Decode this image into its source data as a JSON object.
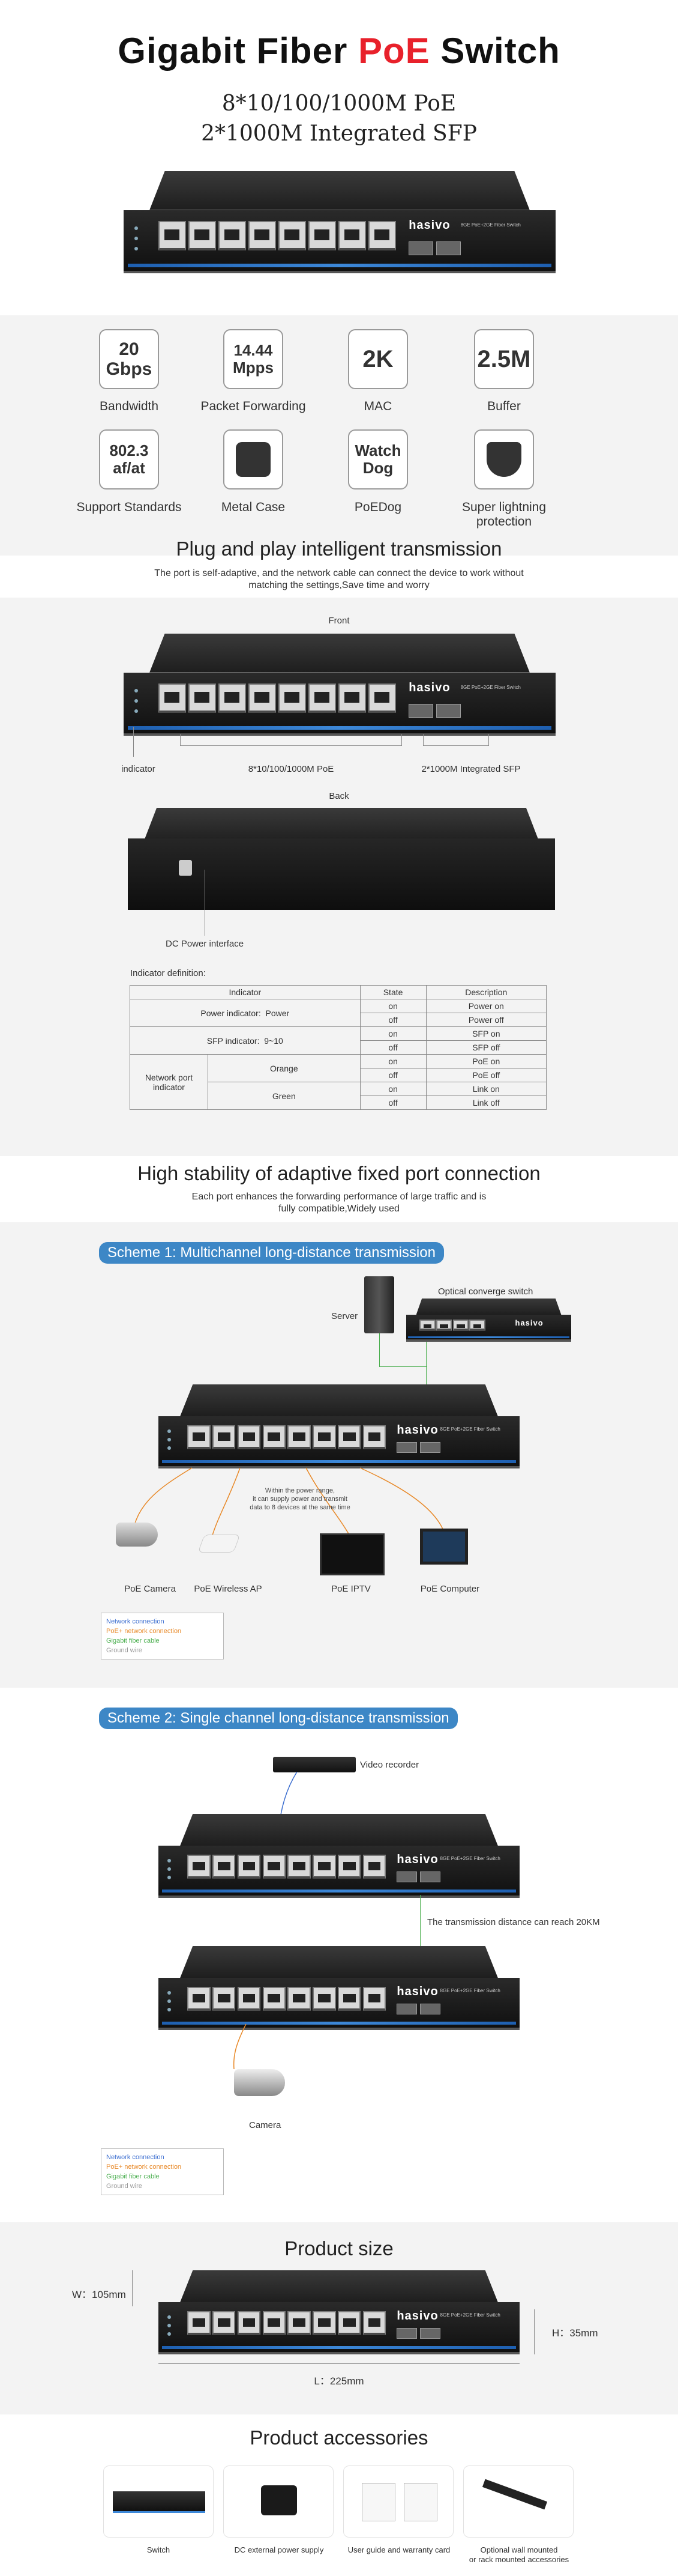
{
  "header": {
    "title_pre": "Gigabit Fiber ",
    "title_red": "PoE",
    "title_post": " Switch",
    "sub1": "8*10/100/1000M PoE",
    "sub2": "2*1000M Integrated SFP"
  },
  "device": {
    "brand": "hasivo",
    "model": "8GE PoE+2GE Fiber Switch"
  },
  "features": [
    {
      "icon_text": "20 Gbps",
      "label": "Bandwidth"
    },
    {
      "icon_text": "14.44 Mpps",
      "label": "Packet Forwarding"
    },
    {
      "icon_text": "2K",
      "label": "MAC"
    },
    {
      "icon_text": "2.5M",
      "label": "Buffer"
    },
    {
      "icon_text": "802.3 af/at",
      "label": "Support Standards"
    },
    {
      "icon_text": "",
      "icon": "metal-case-icon",
      "label": "Metal Case"
    },
    {
      "icon_text": "Watch Dog",
      "label": "PoEDog"
    },
    {
      "icon_text": "",
      "icon": "lightning-shield-icon",
      "label": "Super lightning protection"
    }
  ],
  "plug": {
    "title": "Plug and play intelligent transmission",
    "desc1": "The port is self-adaptive, and the network cable can connect the device to work without",
    "desc2": "matching the settings,Save time and worry",
    "front": "Front",
    "indicator": "indicator",
    "poe_ports": "8*10/100/1000M PoE",
    "sfp_ports": "2*1000M Integrated SFP",
    "back": "Back",
    "dc": "DC Power interface",
    "ind_def": "Indicator definition:",
    "table_headers": [
      "Indicator",
      "State",
      "Description"
    ],
    "power_label": "Power indicator:",
    "power_led": "Power",
    "sfp_label": "SFP indicator:",
    "sfp_led": "9~10",
    "net_label": "Network port indicator",
    "orange": "Orange",
    "green": "Green",
    "states": [
      "on",
      "off",
      "on",
      "off",
      "on",
      "off",
      "on",
      "off"
    ],
    "descs": [
      "Power on",
      "Power off",
      "SFP on",
      "SFP off",
      "PoE on",
      "PoE off",
      "Link on",
      "Link off"
    ]
  },
  "stability": {
    "title": "High stability of adaptive fixed port connection",
    "desc1": "Each port enhances the forwarding performance of large traffic and is",
    "desc2": "fully compatible,Widely used"
  },
  "scheme1": {
    "tag": "Scheme 1: Multichannel long-distance transmission",
    "server": "Server",
    "converge": "Optical converge switch",
    "note1": "Within the power range,",
    "note2": "it can supply power and transmit",
    "note3": "data to 8 devices at the same time",
    "devices": [
      "PoE Camera",
      "PoE Wireless AP",
      "PoE IPTV",
      "PoE Computer"
    ]
  },
  "legend": [
    {
      "text": "Network connection",
      "color": "#3d6fd0"
    },
    {
      "text": "PoE+ network connection",
      "color": "#e88a2a"
    },
    {
      "text": "Gigabit fiber cable",
      "color": "#4caf50"
    },
    {
      "text": "Ground wire",
      "color": "#999999"
    }
  ],
  "scheme2": {
    "tag": "Scheme 2: Single channel long-distance transmission",
    "recorder": "Video recorder",
    "distance": "The transmission distance can reach 20KM",
    "camera": "Camera"
  },
  "size": {
    "title": "Product size",
    "w": "W：105mm",
    "h": "H：35mm",
    "l": "L：225mm"
  },
  "accessories": {
    "title": "Product accessories",
    "items": [
      "Switch",
      "DC external power supply",
      "User guide and warranty card",
      "Optional wall mounted",
      "or rack mounted accessories"
    ]
  }
}
